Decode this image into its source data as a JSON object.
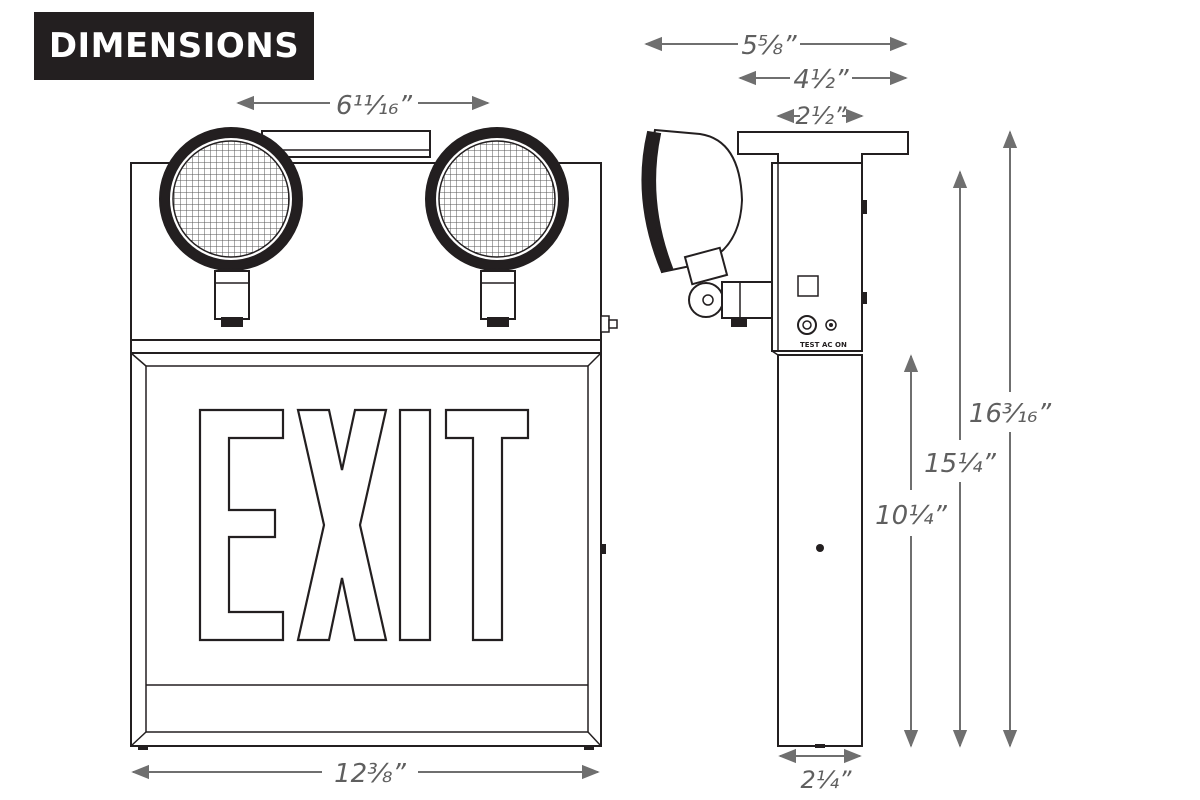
{
  "header": {
    "title": "DIMENSIONS"
  },
  "dimensions": {
    "top_width": "5⅝”",
    "top_mid_width": "4½”",
    "top_small_width": "2½”",
    "lamp_spacing": "6¹¹⁄₁₆”",
    "overall_height": "16³⁄₁₆”",
    "height_middle": "15¼”",
    "sign_height": "10¼”",
    "sign_width": "12⅜”",
    "depth": "2¼”"
  },
  "sign": {
    "text": "EXIT"
  },
  "side_panel": {
    "test_label": "TEST",
    "ac_label": "AC ON"
  },
  "colors": {
    "line": "#231f20",
    "arrow": "#6f6f6f",
    "title_bg": "#231f20",
    "title_fg": "#ffffff"
  }
}
